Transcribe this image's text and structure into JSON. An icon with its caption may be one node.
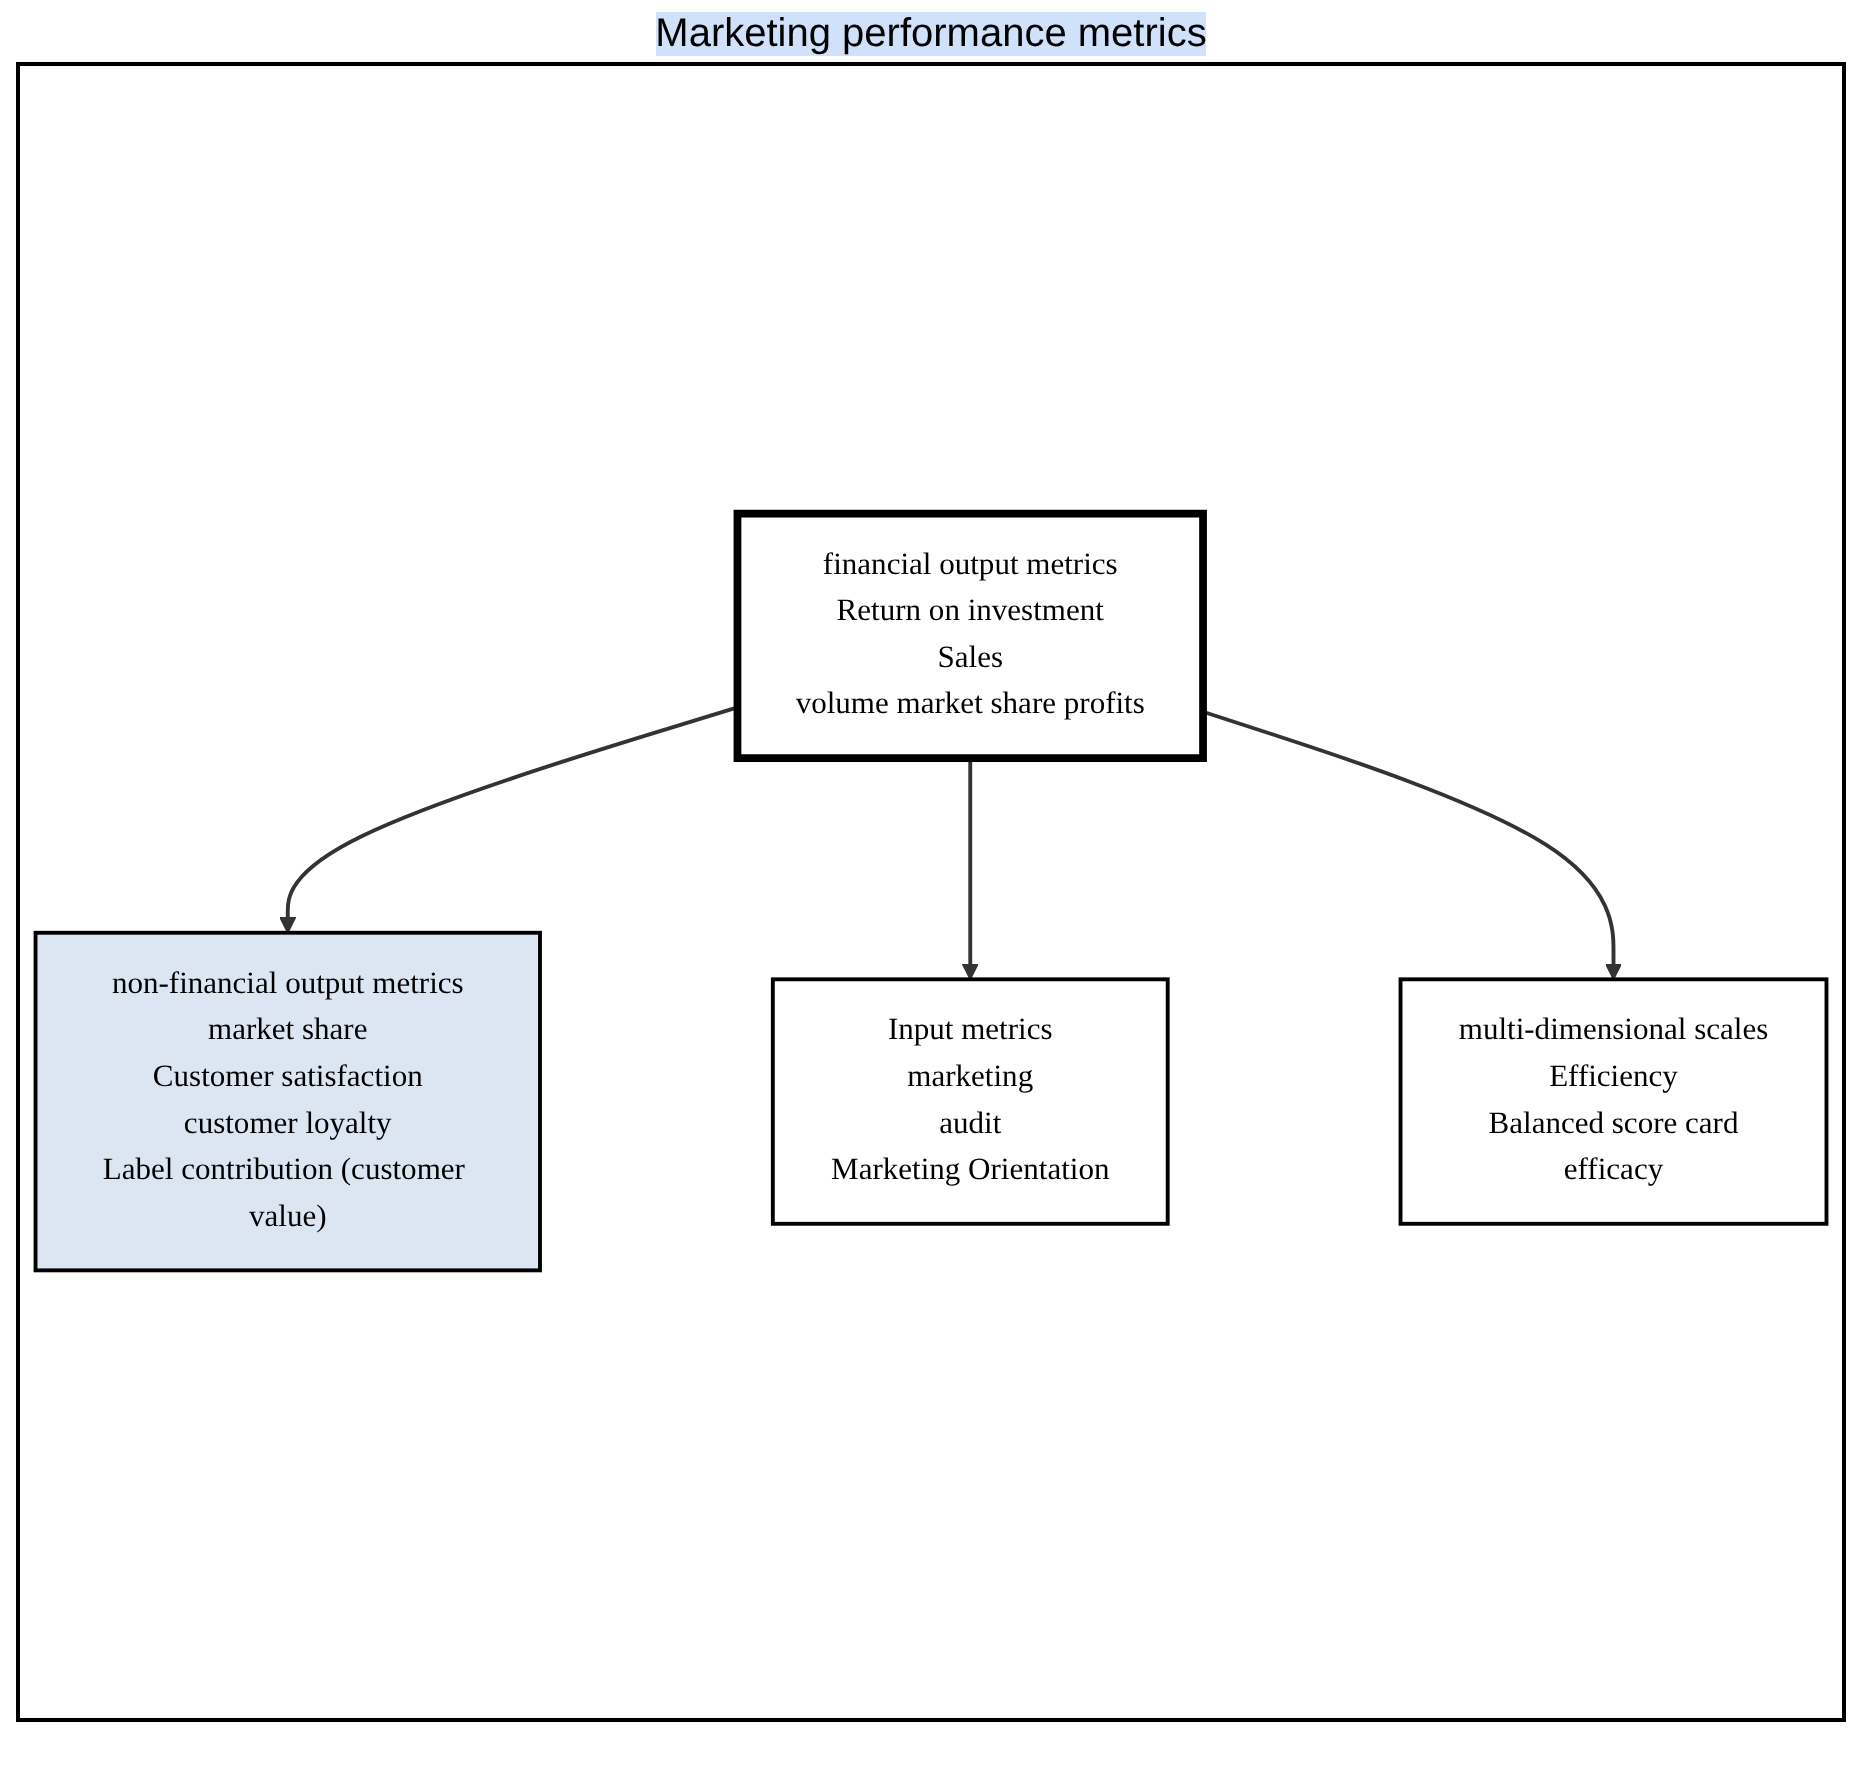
{
  "diagram": {
    "title": "Marketing performance metrics",
    "nodes": [
      {
        "text": [
          "non-financial output metrics",
          "market share",
          "Customer satisfaction",
          "customer loyalty",
          "Label contribution (customer value)"
        ]
      },
      {
        "text": [
          "financial output metrics",
          "Return on investment",
          "Sales",
          "volume market share profits"
        ]
      },
      {
        "text": [
          "Input metrics",
          "marketing",
          "audit",
          "Marketing Orientation"
        ]
      },
      {
        "text": [
          "multi-dimensional scales",
          "Efficiency",
          "Balanced score card",
          "efficacy"
        ]
      }
    ],
    "edges": [
      {
        "from": 1,
        "to": 0,
        "arrow": "to"
      },
      {
        "from": 1,
        "to": 2,
        "arrow": "to"
      },
      {
        "from": 1,
        "to": 3,
        "arrow": "to"
      }
    ]
  }
}
